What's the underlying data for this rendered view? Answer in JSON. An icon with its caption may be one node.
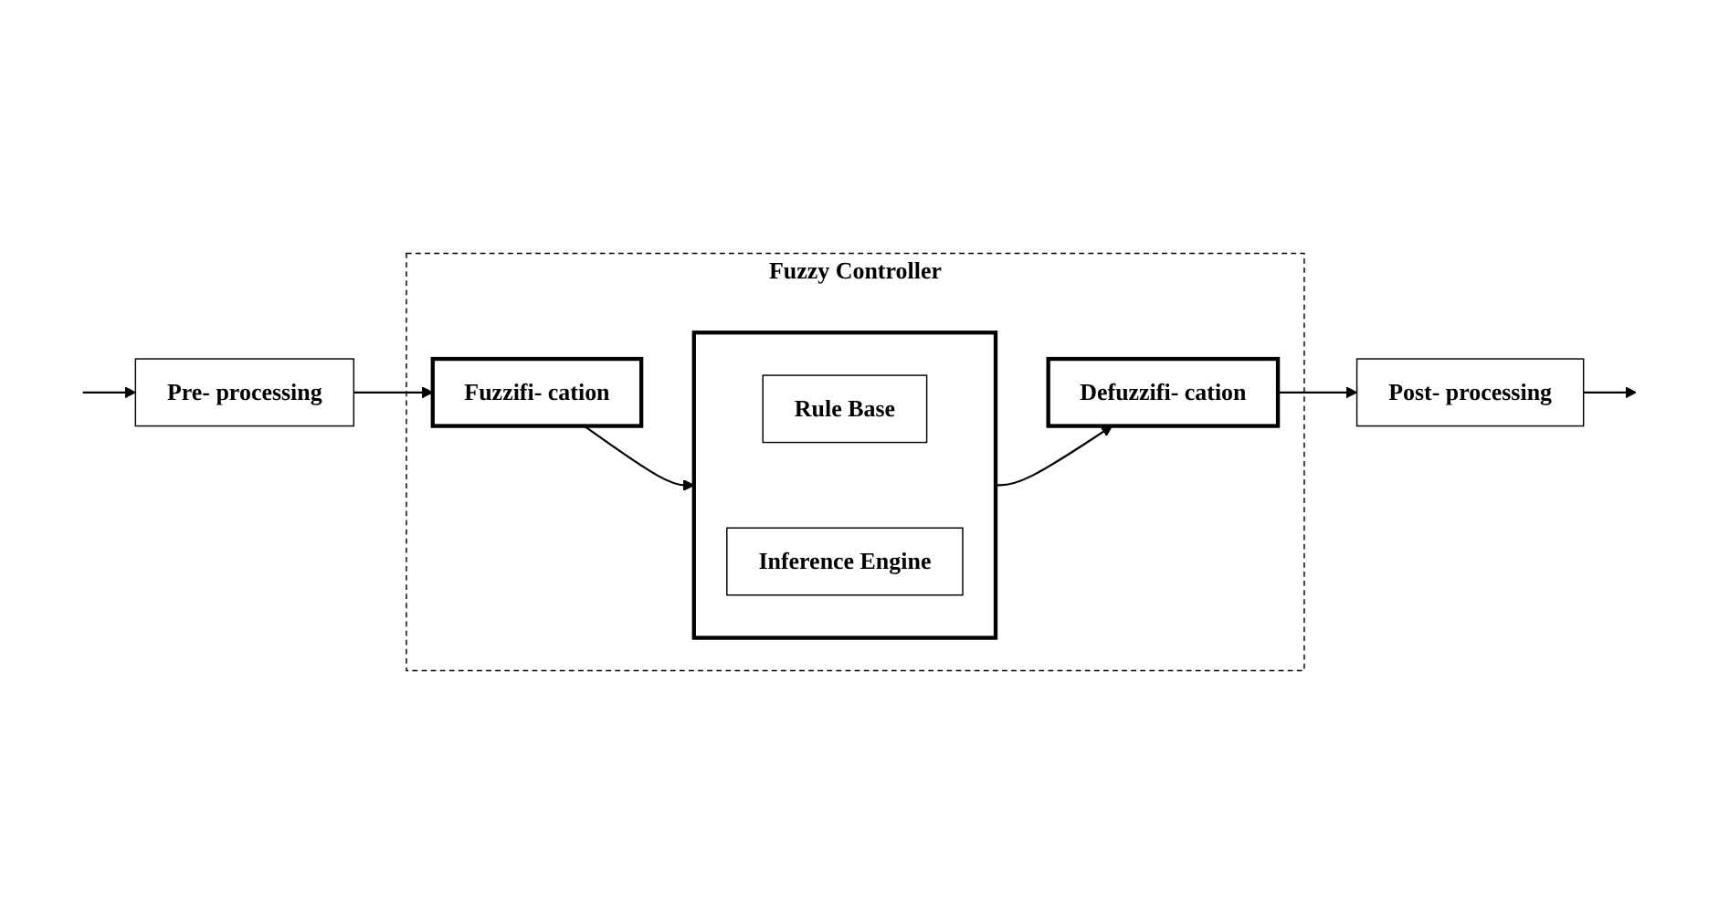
{
  "diagram": {
    "nodes": [
      {
        "text": [
          "Fuzzy Controller"
        ]
      },
      {
        "text": [
          "Pre- processing"
        ]
      },
      {
        "text": [
          "Fuzzifi- cation"
        ],
        "in": 0
      },
      {
        "text": [],
        "shape": "box",
        "in": 0
      },
      {
        "text": [
          "Rule Base"
        ],
        "in": 3
      },
      {
        "text": [
          "Inference Engine"
        ],
        "in": 3
      },
      {
        "text": [
          "Defuzzifi- cation"
        ],
        "in": 0
      },
      {
        "text": [
          "Post- processing"
        ]
      }
    ],
    "edges": [
      {
        "from": null,
        "to": 1,
        "arrow": "to"
      },
      {
        "from": 1,
        "to": 2,
        "arrow": "to"
      },
      {
        "from": 2,
        "to": 3,
        "arrow": "to"
      },
      {
        "from": 3,
        "to": 6,
        "arrow": "to"
      },
      {
        "from": 6,
        "to": 7,
        "arrow": "to"
      },
      {
        "from": 7,
        "to": null,
        "arrow": "to"
      }
    ]
  }
}
